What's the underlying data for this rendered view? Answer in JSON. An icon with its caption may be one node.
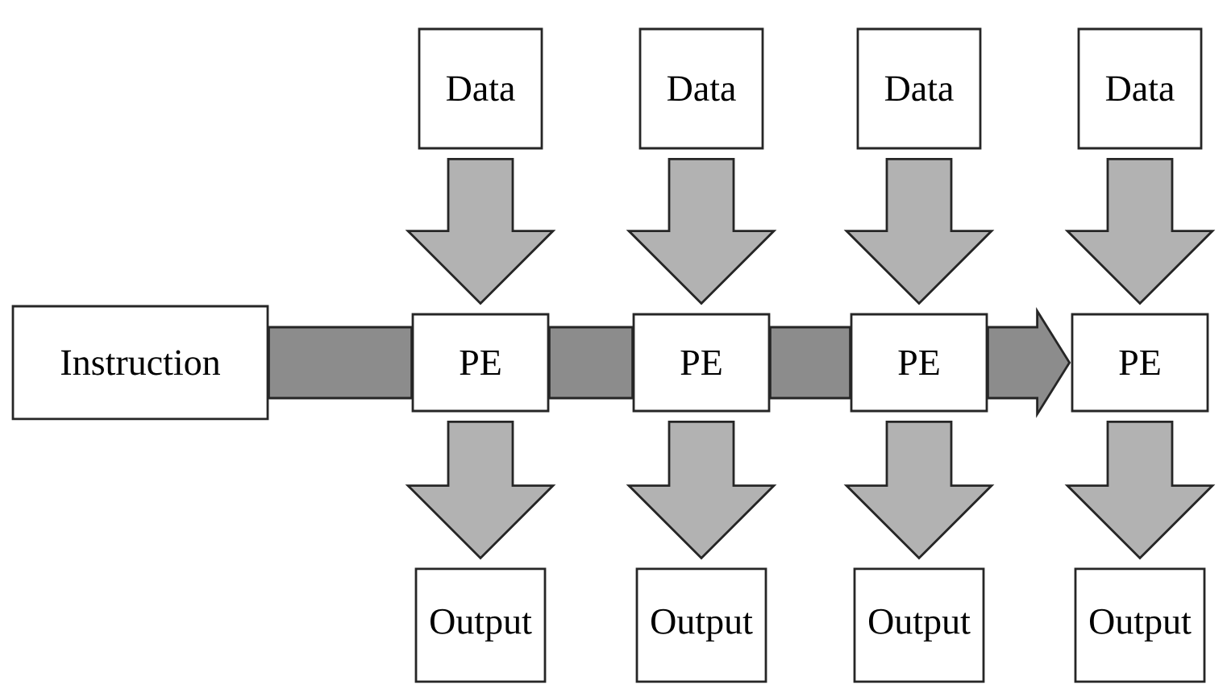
{
  "diagram": {
    "nodes": [
      {
        "text": [
          "Instruction"
        ]
      },
      {
        "text": [
          "Data"
        ]
      },
      {
        "text": [
          "Data"
        ]
      },
      {
        "text": [
          "Data"
        ]
      },
      {
        "text": [
          "Data"
        ]
      },
      {
        "text": [
          "PE"
        ]
      },
      {
        "text": [
          "PE"
        ]
      },
      {
        "text": [
          "PE"
        ]
      },
      {
        "text": [
          "PE"
        ]
      },
      {
        "text": [
          "Output"
        ]
      },
      {
        "text": [
          "Output"
        ]
      },
      {
        "text": [
          "Output"
        ]
      },
      {
        "text": [
          "Output"
        ]
      }
    ],
    "edges": [
      {
        "from": 0,
        "to": 5,
        "arrow": "none"
      },
      {
        "from": 5,
        "to": 6,
        "arrow": "none"
      },
      {
        "from": 6,
        "to": 7,
        "arrow": "none"
      },
      {
        "from": 7,
        "to": 8,
        "arrow": "to"
      },
      {
        "from": 1,
        "to": 5,
        "arrow": "to"
      },
      {
        "from": 2,
        "to": 6,
        "arrow": "to"
      },
      {
        "from": 3,
        "to": 7,
        "arrow": "to"
      },
      {
        "from": 4,
        "to": 8,
        "arrow": "to"
      },
      {
        "from": 5,
        "to": 9,
        "arrow": "to"
      },
      {
        "from": 6,
        "to": 10,
        "arrow": "to"
      },
      {
        "from": 7,
        "to": 11,
        "arrow": "to"
      },
      {
        "from": 8,
        "to": 12,
        "arrow": "to"
      }
    ]
  }
}
